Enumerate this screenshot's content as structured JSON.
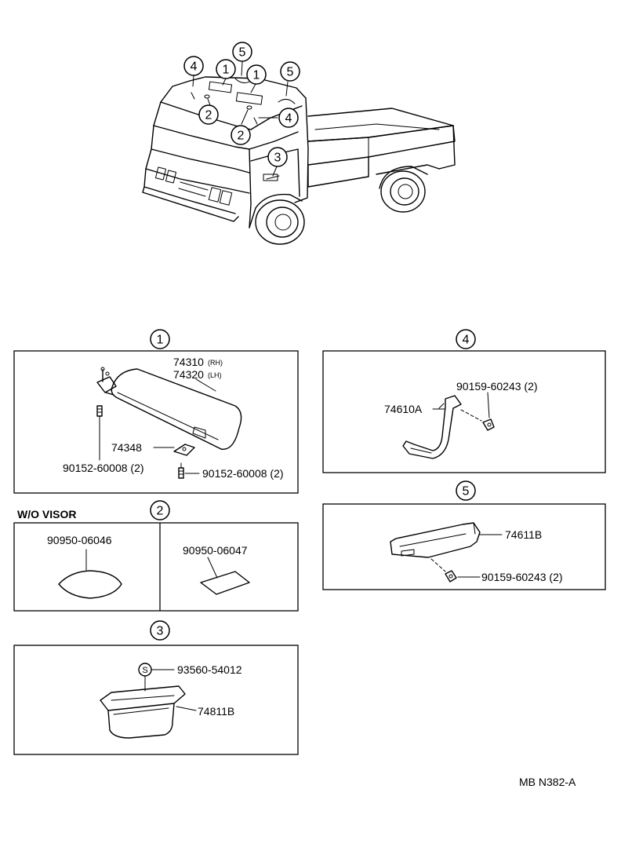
{
  "truck_callouts": [
    "4",
    "1",
    "5",
    "1",
    "5",
    "2",
    "2",
    "4",
    "3"
  ],
  "sections": {
    "s1": {
      "number": "1",
      "visor_rh": "74310",
      "visor_rh_suffix": "(RH)",
      "visor_lh": "74320",
      "visor_lh_suffix": "(LH)",
      "holder": "74348",
      "screw_left": "90152-60008 (2)",
      "screw_right": "90152-60008 (2)"
    },
    "s2": {
      "number": "2",
      "title": "W/O VISOR",
      "cover_left": "90950-06046",
      "cover_right": "90950-06047"
    },
    "s3": {
      "number": "3",
      "screw": "93560-54012",
      "screw_symbol": "S",
      "pocket": "74811B"
    },
    "s4": {
      "number": "4",
      "grip": "74610A",
      "screw": "90159-60243 (2)"
    },
    "s5": {
      "number": "5",
      "grip": "74611B",
      "screw": "90159-60243 (2)"
    }
  },
  "diagram_code": "MB N382-A"
}
